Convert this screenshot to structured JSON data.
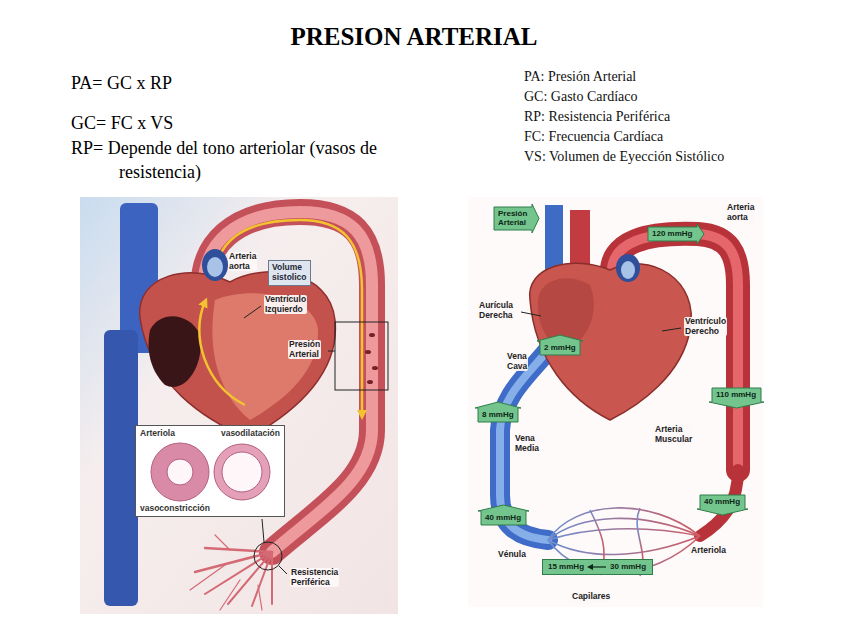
{
  "diagram": {
    "title": "PRESION ARTERIAL",
    "nodes": [
      {
        "text": [
          "Arteriola",
          "vasodilatación",
          "vasoconstricción"
        ]
      },
      {
        "text": [
          "Volume sistolico"
        ]
      },
      {
        "text": [
          "Presión Arterial"
        ]
      },
      {
        "text": [
          "120 mmHg"
        ]
      },
      {
        "text": [
          "110 mmHg"
        ]
      },
      {
        "text": [
          "40 mmHg"
        ]
      },
      {
        "text": [
          "15 mmHg",
          "30 mmHg"
        ]
      },
      {
        "text": [
          "40 mmHg"
        ]
      },
      {
        "text": [
          "8 mmHg"
        ]
      },
      {
        "text": [
          "2 mmHg"
        ]
      }
    ],
    "labels": [
      "PA= GC x RP",
      "GC= FC x VS",
      "RP= Depende del tono arteriolar (vasos de resistencia)",
      "PA: Presión Arterial",
      "GC: Gasto Cardíaco",
      "RP: Resistencia Periférica",
      "FC: Frecuencia Cardíaca",
      "VS: Volumen de Eyección Sistólico",
      "Arteria aorta",
      "Ventrículo Izquierdo",
      "Presión Arterial",
      "Resistencia Periférica",
      "Arteria aorta",
      "Aurícula Derecha",
      "Ventrículo Derecho",
      "Vena Cava",
      "Vena Media",
      "Arteria Muscular",
      "Arteriola",
      "Vénula",
      "Capilares"
    ]
  }
}
